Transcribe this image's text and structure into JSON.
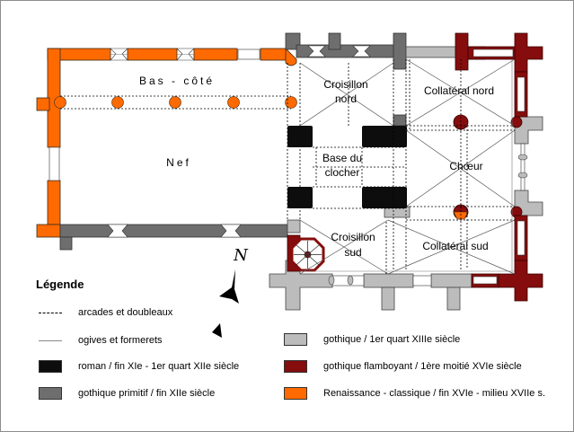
{
  "plan": {
    "rooms": {
      "bas_cote": "Bas - côté",
      "nef": "Nef",
      "croisillon_nord_1": "Croisillon",
      "croisillon_nord_2": "nord",
      "collateral_nord": "Collatéral nord",
      "base_clocher_1": "Base du",
      "base_clocher_2": "clocher",
      "choeur": "Chœur",
      "croisillon_sud_1": "Croisillon",
      "croisillon_sud_2": "sud",
      "collateral_sud": "Collatéral sud"
    },
    "north_label": "N"
  },
  "legend": {
    "title": "Légende",
    "items": [
      {
        "label": "arcades et doubleaux",
        "kind": "dashed-line"
      },
      {
        "label": "ogives et formerets",
        "kind": "thin-line"
      },
      {
        "label": "roman / fin XIe - 1er quart XIIe siècle",
        "kind": "swatch",
        "color": "#0d0d0d"
      },
      {
        "label": "gothique primitif / fin XIIe siècle",
        "kind": "swatch",
        "color": "#6e6e6e"
      },
      {
        "label": "gothique / 1er quart XIIIe siècle",
        "kind": "swatch",
        "color": "#bcbcbc"
      },
      {
        "label": "gothique flamboyant / 1ère moitié XVIe siècle",
        "kind": "swatch",
        "color": "#850d0d"
      },
      {
        "label": "Renaissance - classique / fin XVIe - milieu XVIIe s.",
        "kind": "swatch",
        "color": "#ff6a00"
      }
    ]
  },
  "colors": {
    "roman": "#0d0d0d",
    "gothique_primitif": "#6e6e6e",
    "gothique": "#bcbcbc",
    "flamboyant": "#850d0d",
    "renaissance": "#ff6a00"
  }
}
